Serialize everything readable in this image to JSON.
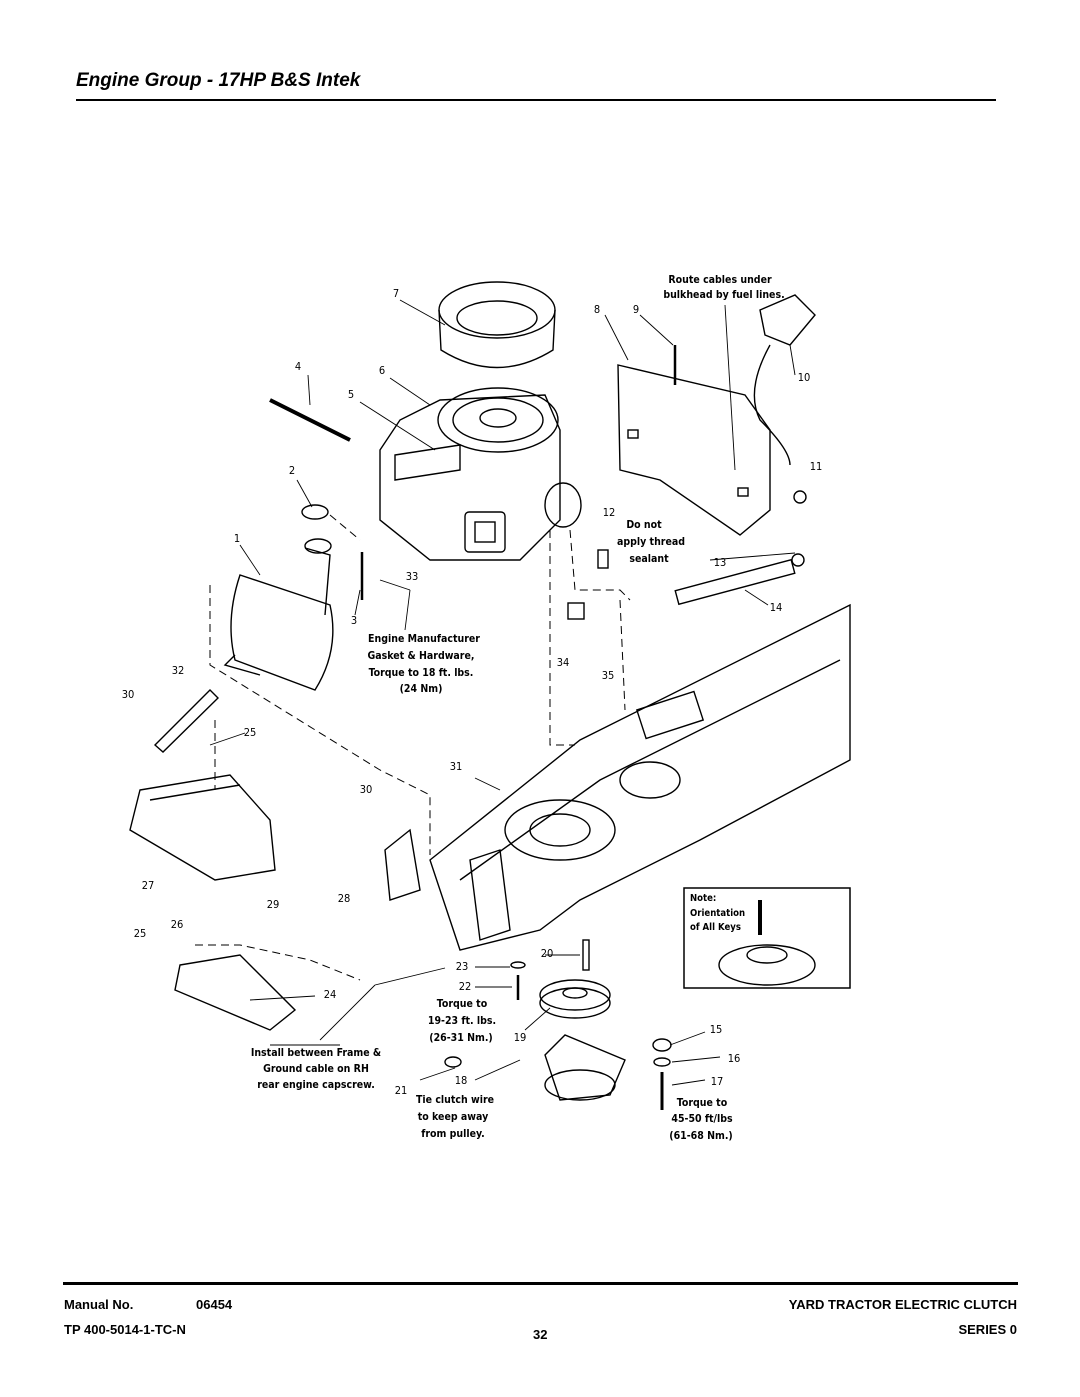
{
  "header": {
    "title": "Engine Group - 17HP B&S Intek"
  },
  "parts": [
    "1",
    "2",
    "3",
    "4",
    "5",
    "6",
    "7",
    "8",
    "9",
    "10",
    "11",
    "12",
    "13",
    "14",
    "15",
    "16",
    "17",
    "18",
    "19",
    "20",
    "21",
    "22",
    "23",
    "24",
    "25",
    "25",
    "26",
    "27",
    "28",
    "29",
    "30",
    "30",
    "31",
    "32",
    "33",
    "34",
    "35"
  ],
  "notes": {
    "route_cables": [
      "Route cables under",
      "bulkhead by fuel lines."
    ],
    "do_not_seal": [
      "Do not",
      "apply thread",
      "sealant"
    ],
    "engine_gasket": [
      "Engine Manufacturer",
      "Gasket & Hardware,",
      "Torque to 18 ft. lbs.",
      "(24 Nm)"
    ],
    "torque_19": [
      "Torque to",
      "19-23 ft. lbs.",
      "(26-31 Nm.)"
    ],
    "install_between": [
      "Install between Frame &",
      "Ground cable on RH",
      "rear engine capscrew."
    ],
    "tie_clutch": [
      "Tie clutch wire",
      "to keep away",
      "from pulley."
    ],
    "torque_45": [
      "Torque to",
      "45-50 ft/lbs",
      "(61-68 Nm.)"
    ],
    "orientation": [
      "Note:",
      "Orientation",
      "of All Keys"
    ]
  },
  "footer": {
    "manual_label": "Manual No.",
    "manual_number": "06454",
    "tp_code": "TP 400-5014-1-TC-N",
    "page_number": "32",
    "product": "YARD TRACTOR ELECTRIC CLUTCH",
    "series": "SERIES 0"
  }
}
